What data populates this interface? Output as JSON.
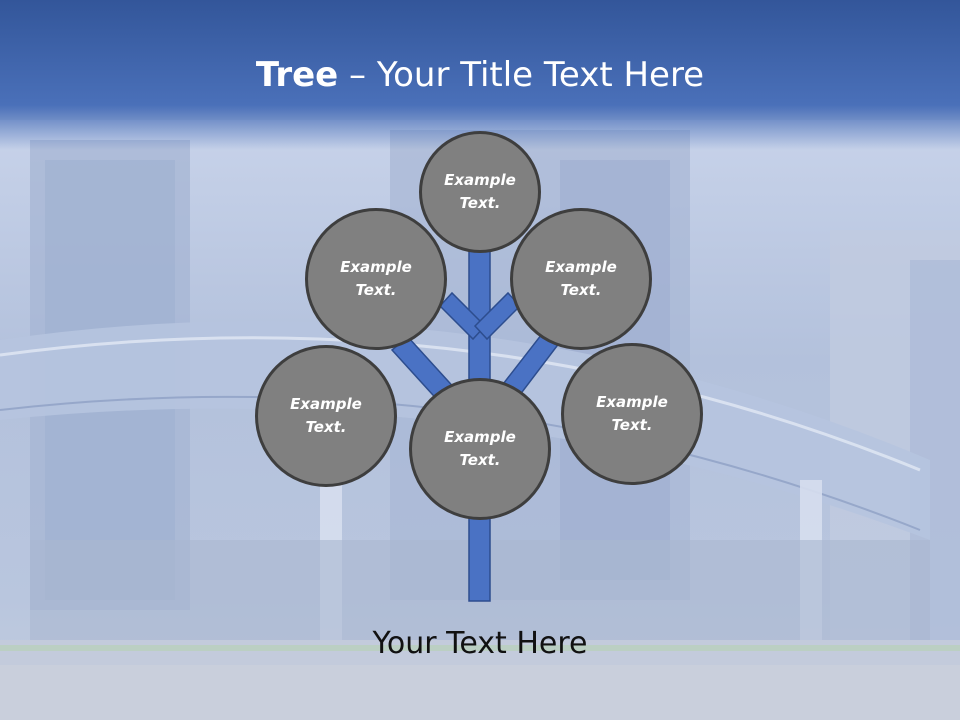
{
  "header": {
    "title_bold": "Tree",
    "title_rest": " – Your Title Text Here"
  },
  "diagram": {
    "nodes": [
      {
        "id": "top",
        "label": "Example Text."
      },
      {
        "id": "upper-left",
        "label": "Example Text."
      },
      {
        "id": "upper-right",
        "label": "Example Text."
      },
      {
        "id": "lower-left",
        "label": "Example Text."
      },
      {
        "id": "center",
        "label": "Example Text."
      },
      {
        "id": "lower-right",
        "label": "Example Text."
      }
    ],
    "colors": {
      "node_fill": "#808080",
      "node_border": "#3e3e3e",
      "branch_fill": "#4a72c4",
      "branch_border": "#2d4d8e",
      "label_text": "#ffffff"
    }
  },
  "footer": {
    "caption": "Your Text Here"
  }
}
